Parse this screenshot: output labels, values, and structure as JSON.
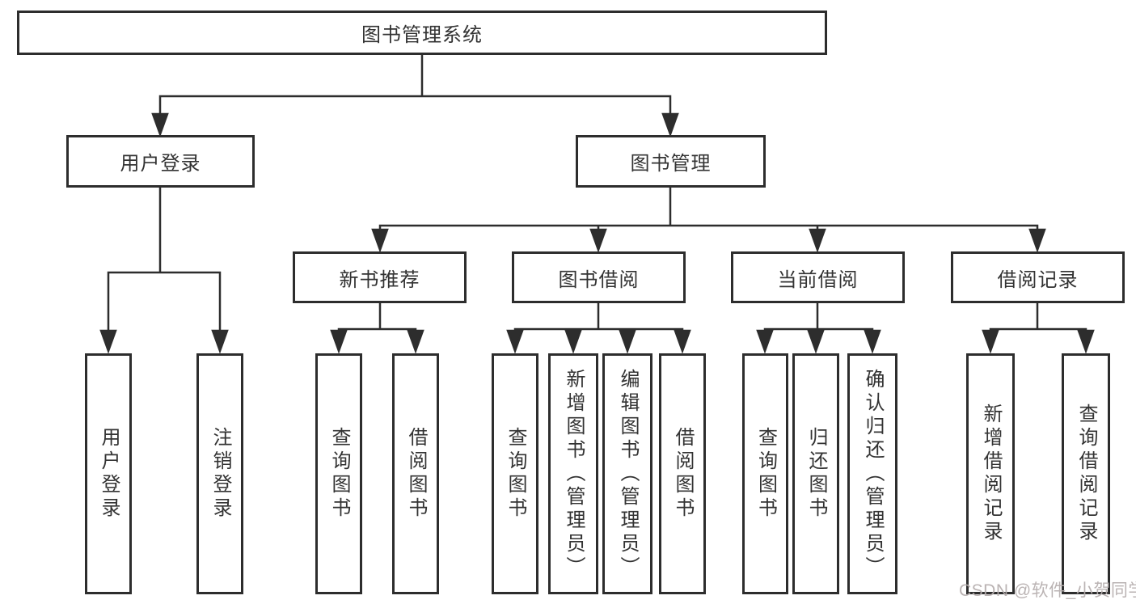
{
  "tree": {
    "root": {
      "label": "图书管理系统"
    },
    "branches": [
      {
        "label": "用户登录",
        "children": [
          {
            "label": "用户登录"
          },
          {
            "label": "注销登录"
          }
        ]
      },
      {
        "label": "图书管理",
        "children": [
          {
            "label": "新书推荐",
            "children": [
              {
                "label": "查询图书"
              },
              {
                "label": "借阅图书"
              }
            ]
          },
          {
            "label": "图书借阅",
            "children": [
              {
                "label": "查询图书"
              },
              {
                "label": "新增图书（管理员）"
              },
              {
                "label": "编辑图书（管理员）"
              },
              {
                "label": "借阅图书"
              }
            ]
          },
          {
            "label": "当前借阅",
            "children": [
              {
                "label": "查询图书"
              },
              {
                "label": "归还图书"
              },
              {
                "label": "确认归还（管理员）"
              }
            ]
          },
          {
            "label": "借阅记录",
            "children": [
              {
                "label": "新增借阅记录"
              },
              {
                "label": "查询借阅记录"
              }
            ]
          }
        ]
      }
    ]
  },
  "watermark": "CSDN @软件_小贺同学",
  "colors": {
    "line": "#2d2d2d",
    "text": "#333333",
    "watermark": "#b5adad",
    "background": "#ffffff"
  }
}
